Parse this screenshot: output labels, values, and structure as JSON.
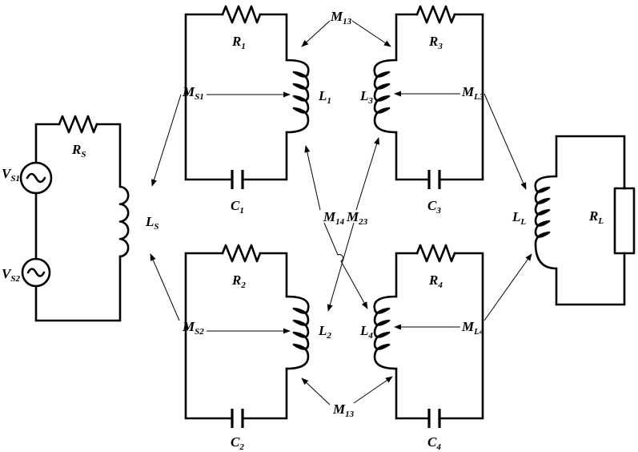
{
  "labels": {
    "R1": {
      "main": "R",
      "sub": "1"
    },
    "R2": {
      "main": "R",
      "sub": "2"
    },
    "R3": {
      "main": "R",
      "sub": "3"
    },
    "R4": {
      "main": "R",
      "sub": "4"
    },
    "RS": {
      "main": "R",
      "sub": "S"
    },
    "RL": {
      "main": "R",
      "sub": "L"
    },
    "C1": {
      "main": "C",
      "sub": "1"
    },
    "C2": {
      "main": "C",
      "sub": "2"
    },
    "C3": {
      "main": "C",
      "sub": "3"
    },
    "C4": {
      "main": "C",
      "sub": "4"
    },
    "L1": {
      "main": "L",
      "sub": "1"
    },
    "L2": {
      "main": "L",
      "sub": "2"
    },
    "L3": {
      "main": "L",
      "sub": "3"
    },
    "L4": {
      "main": "L",
      "sub": "4"
    },
    "LS": {
      "main": "L",
      "sub": "S"
    },
    "LL": {
      "main": "L",
      "sub": "L"
    },
    "VS1": {
      "main": "V",
      "sub": "S1"
    },
    "VS2": {
      "main": "V",
      "sub": "S2"
    },
    "MS1": {
      "main": "M",
      "sub": "S1"
    },
    "MS2": {
      "main": "M",
      "sub": "S2"
    },
    "ML3": {
      "main": "M",
      "sub": "L3"
    },
    "ML4": {
      "main": "M",
      "sub": "L4"
    },
    "M13top": {
      "main": "M",
      "sub": "13"
    },
    "M13bottom": {
      "main": "M",
      "sub": "13"
    },
    "M14": {
      "main": "M",
      "sub": "14"
    },
    "M23": {
      "main": "M",
      "sub": "23"
    }
  }
}
